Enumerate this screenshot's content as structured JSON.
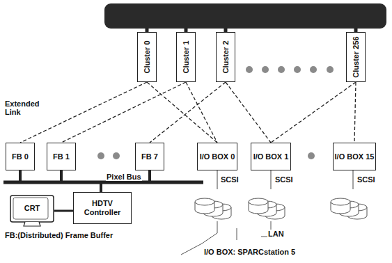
{
  "diagram": {
    "nodes": [
      {
        "text": [
          "Cluster 0"
        ]
      },
      {
        "text": [
          "Cluster 1"
        ]
      },
      {
        "text": [
          "Cluster 2"
        ]
      },
      {
        "text": [
          "Cluster 256"
        ]
      },
      {
        "text": [
          "FB 0"
        ]
      },
      {
        "text": [
          "FB 1"
        ]
      },
      {
        "text": [
          "FB 7"
        ]
      },
      {
        "text": [
          "I/O BOX 0"
        ]
      },
      {
        "text": [
          "I/O BOX 1"
        ]
      },
      {
        "text": [
          "I/O BOX 15"
        ]
      },
      {
        "text": [
          "CRT"
        ]
      },
      {
        "text": [
          "HDTV Controller"
        ]
      }
    ],
    "edges": [
      {
        "from": 0,
        "to": 4,
        "arrow": "none"
      },
      {
        "from": 0,
        "to": 7,
        "arrow": "none"
      },
      {
        "from": 1,
        "to": 5,
        "arrow": "none"
      },
      {
        "from": 1,
        "to": 7,
        "arrow": "none"
      },
      {
        "from": 2,
        "to": 6,
        "arrow": "none"
      },
      {
        "from": 2,
        "to": 8,
        "arrow": "none"
      },
      {
        "from": 3,
        "to": 8,
        "arrow": "none"
      },
      {
        "from": 3,
        "to": 9,
        "arrow": "none"
      },
      {
        "from": 10,
        "to": 11,
        "arrow": "none"
      }
    ],
    "labels": [
      "Extended Link",
      "Pixel Bus",
      "SCSI",
      "SCSI",
      "SCSI",
      "LAN",
      "FB:(Distributed) Frame Buffer",
      "I/O BOX: SPARCstation 5"
    ]
  }
}
